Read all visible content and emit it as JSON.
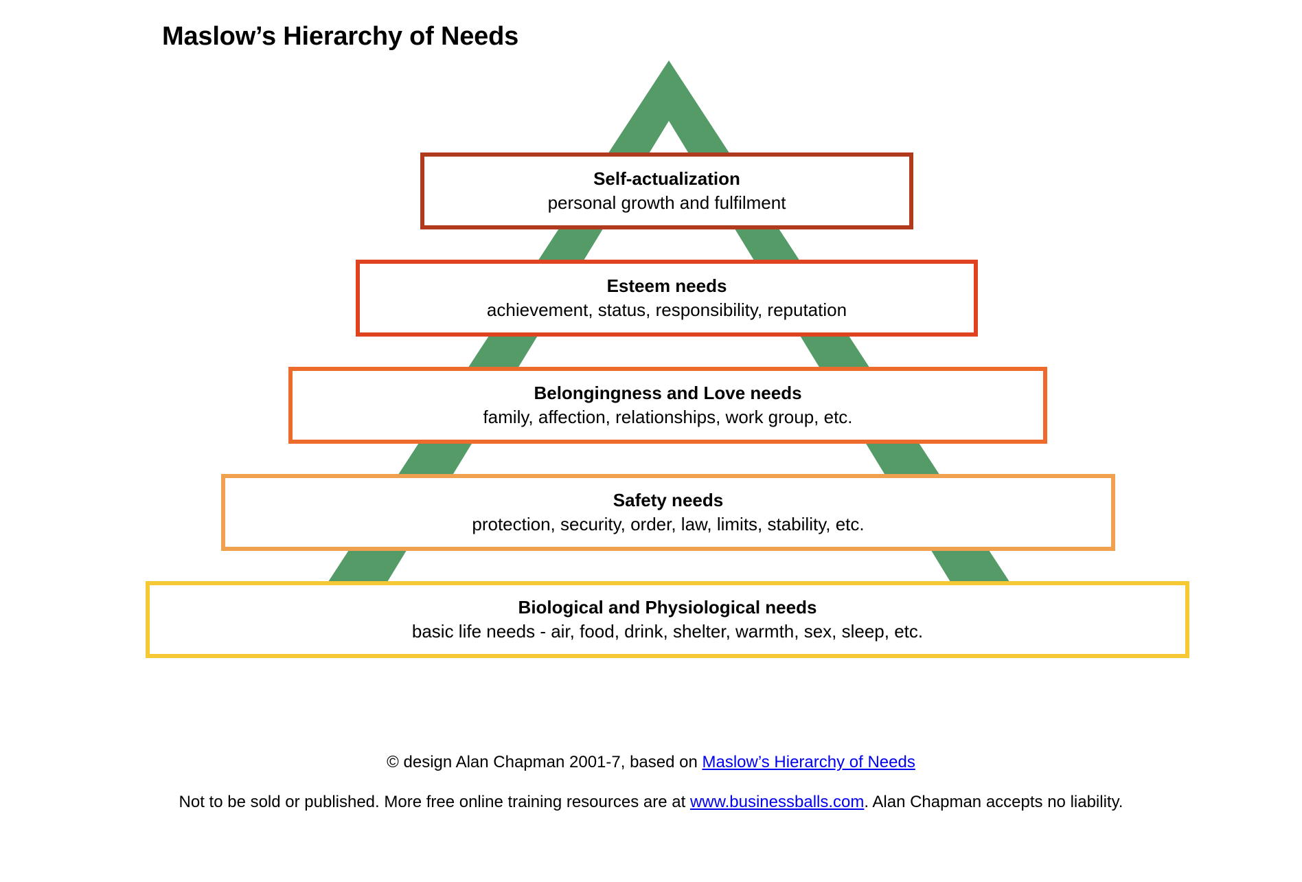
{
  "title": "Maslow’s Hierarchy of Needs",
  "colors": {
    "triangle": "#549B68",
    "tier_self_actualization": "#B03A1E",
    "tier_esteem": "#E0431F",
    "tier_belongingness": "#ED6B2D",
    "tier_safety": "#F0A14F",
    "tier_biological": "#F5C936",
    "link": "#0000EE",
    "text": "#000000",
    "background": "#FFFFFF"
  },
  "chart_data": {
    "type": "pyramid",
    "title": "Maslow’s Hierarchy of Needs",
    "orientation": "apex-top",
    "levels": [
      {
        "rank": 5,
        "label": "Self-actualization",
        "description": "personal growth and fulfilment",
        "color": "#B03A1E",
        "width_fraction": 0.38
      },
      {
        "rank": 4,
        "label": "Esteem needs",
        "description": "achievement, status, responsibility, reputation",
        "color": "#E0431F",
        "width_fraction": 0.48
      },
      {
        "rank": 3,
        "label": "Belongingness and Love needs",
        "description": "family, affection, relationships, work group, etc.",
        "color": "#ED6B2D",
        "width_fraction": 0.58
      },
      {
        "rank": 2,
        "label": "Safety needs",
        "description": "protection, security, order, law, limits, stability, etc.",
        "color": "#F0A14F",
        "width_fraction": 0.69
      },
      {
        "rank": 1,
        "label": "Biological and Physiological needs",
        "description": "basic life needs - air, food, drink, shelter, warmth, sex, sleep, etc.",
        "color": "#F5C936",
        "width_fraction": 0.8
      }
    ]
  },
  "tiers": [
    {
      "label": "Self-actualization",
      "description": "personal growth and fulfilment"
    },
    {
      "label": "Esteem needs",
      "description": "achievement, status, responsibility, reputation"
    },
    {
      "label": "Belongingness and Love needs",
      "description": "family, affection, relationships, work group, etc."
    },
    {
      "label": "Safety needs",
      "description": "protection, security, order, law, limits, stability, etc."
    },
    {
      "label": "Biological and Physiological needs",
      "description": "basic life needs - air, food, drink, shelter, warmth, sex, sleep, etc."
    }
  ],
  "footer": {
    "line1_prefix": "© design Alan Chapman 2001-7, based on ",
    "line1_link": "Maslow’s Hierarchy of Needs",
    "line1_suffix": "",
    "line2_prefix": "Not to be sold or published.  More free online training resources are at ",
    "line2_link": "www.businessballs.com",
    "line2_suffix": ".  Alan Chapman accepts no liability."
  }
}
